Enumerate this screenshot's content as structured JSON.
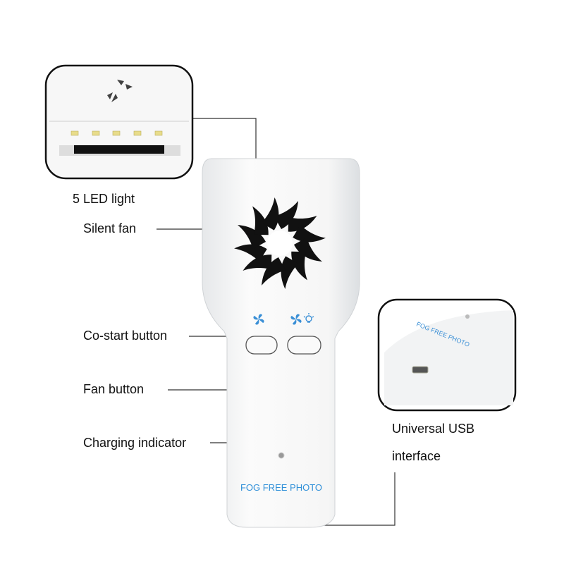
{
  "labels": {
    "led": "5 LED light",
    "fan": "Silent fan",
    "costart": "Co-start button",
    "fan_button": "Fan button",
    "charging": "Charging indicator",
    "usb_line1": "Universal USB",
    "usb_line2": "interface"
  },
  "device": {
    "brand_text": "FOG FREE PHOTO",
    "brand_color": "#2f8fd8"
  },
  "inset_usb": {
    "brand_text": "FOG FREE PHOTO"
  }
}
